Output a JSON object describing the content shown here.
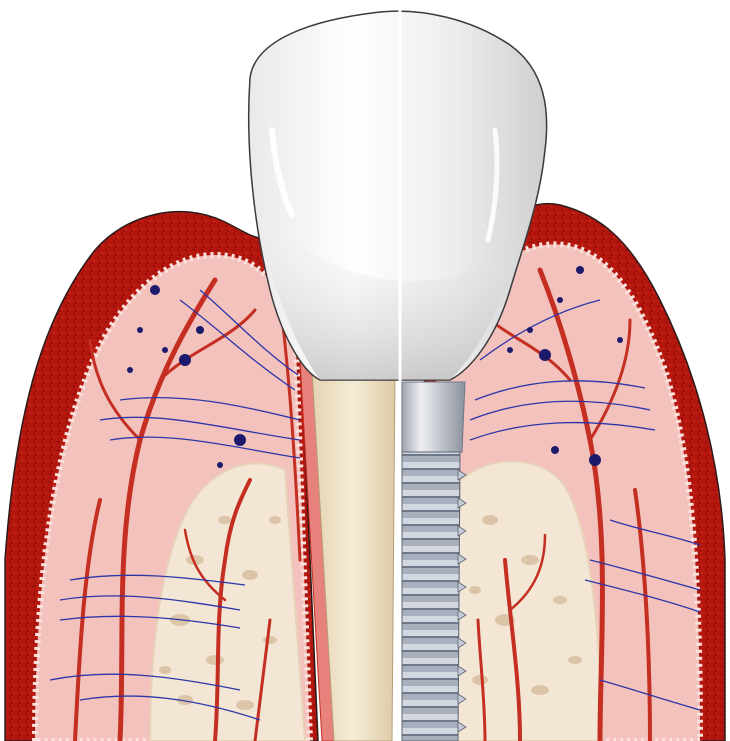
{
  "illustration": {
    "subject": "tooth-vs-implant-cross-section",
    "left_half": "natural-tooth",
    "right_half": "dental-implant",
    "colors": {
      "background": "#ffffff",
      "gingiva_outer": "#b5170f",
      "gingiva_outer_dark": "#8e0c07",
      "connective_tissue": "#f4c2bd",
      "connective_tissue_light": "#fbe1dc",
      "bone": "#f3e6d4",
      "bone_pores": "#dcc4a8",
      "blood_vessel": "#c42f21",
      "collagen_fibers": "#2c36a8",
      "cell_nuclei": "#1c1a6b",
      "enamel_crown": "#f7f7f7",
      "crown_shadow": "#c9c9c9",
      "root_dentin": "#f0e4c9",
      "periodontal_ligament": "#e7817c",
      "implant_abutment": "#b9bcc2",
      "implant_threads": "#8a93a3",
      "outline": "#2a1a1a"
    }
  }
}
